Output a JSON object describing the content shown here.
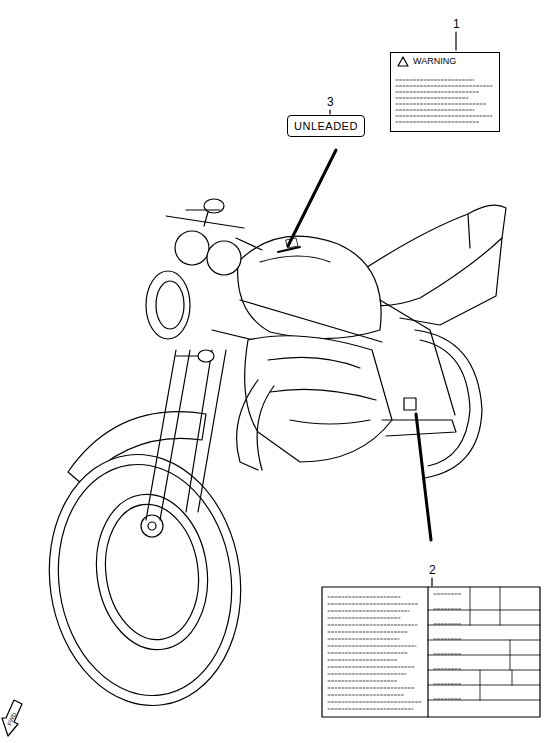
{
  "diagram": {
    "nodes": [
      {
        "text": [
          "WARNING"
        ]
      },
      {
        "text": [
          "UNLEADED"
        ]
      }
    ],
    "labels": [
      "1",
      "3",
      "2",
      "FWD"
    ]
  }
}
